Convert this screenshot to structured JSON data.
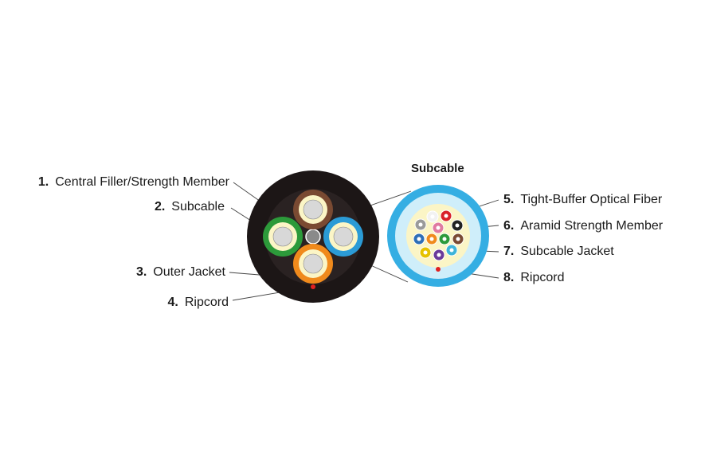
{
  "title": "Subcable",
  "labels": {
    "l1": {
      "num": "1.",
      "text": "Central Filler/Strength Member"
    },
    "l2": {
      "num": "2.",
      "text": "Subcable"
    },
    "l3": {
      "num": "3.",
      "text": "Outer Jacket"
    },
    "l4": {
      "num": "4.",
      "text": "Ripcord"
    },
    "l5": {
      "num": "5.",
      "text": "Tight-Buffer Optical Fiber"
    },
    "l6": {
      "num": "6.",
      "text": "Aramid Strength Member"
    },
    "l7": {
      "num": "7.",
      "text": "Subcable Jacket"
    },
    "l8": {
      "num": "8.",
      "text": "Ripcord"
    }
  },
  "colors": {
    "outer_jacket": "#1c1616",
    "subcable_brown": "#7a4a32",
    "subcable_green": "#2c9a3a",
    "subcable_blue": "#2b9bd6",
    "subcable_orange": "#f08a1c",
    "subcable_jacket": "#35aee3",
    "aramid": "#fbf5c6",
    "ripcord": "#e02020",
    "central_filler": "#8a8a8a",
    "fibers": [
      "#9a9a9a",
      "#f2f2f2",
      "#d9222a",
      "#222222",
      "#2e6fb7",
      "#f08a1c",
      "#2c9a3a",
      "#7a4a32",
      "#e6c200",
      "#6b3a9a",
      "#3fb4d9",
      "#e07aa0"
    ]
  }
}
